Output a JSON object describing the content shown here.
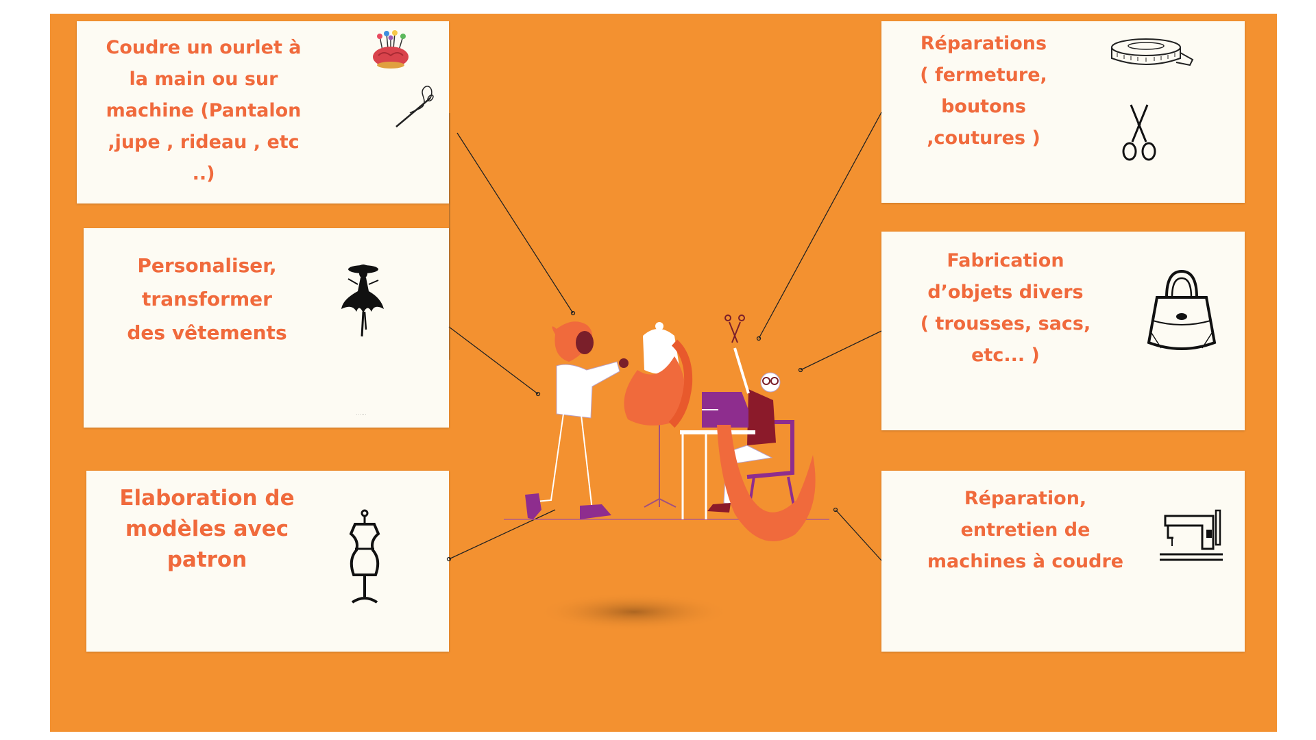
{
  "accent_color": "#f06a3c",
  "background_color": "#f39130",
  "card_color": "#fdfbf3",
  "cards": [
    {
      "id": "hem",
      "text": "Coudre un ourlet à\nla main ou sur\nmachine (Pantalon\n,jupe , rideau , etc\n..)",
      "icons": [
        "pincushion-icon",
        "needle-thread-icon"
      ]
    },
    {
      "id": "customize",
      "text": "Personaliser,\ntransformer\ndes vêtements",
      "icons": [
        "fashion-silhouette-icon"
      ]
    },
    {
      "id": "patterns",
      "text": "Elaboration de\nmodèles avec\npatron",
      "icons": [
        "dress-form-icon"
      ]
    },
    {
      "id": "repairs",
      "text": "Réparations\n( fermeture,\nboutons\n,coutures )",
      "icons": [
        "tape-measure-icon",
        "scissors-icon"
      ]
    },
    {
      "id": "objects",
      "text": "Fabrication\nd’objets divers\n( trousses, sacs,\netc... )",
      "icons": [
        "handbag-icon"
      ]
    },
    {
      "id": "machines",
      "text": "Réparation,\nentretien de\nmachines à coudre",
      "icons": [
        "sewing-machine-icon"
      ]
    }
  ],
  "illustration": {
    "name": "tailors-workshop-illustration"
  }
}
